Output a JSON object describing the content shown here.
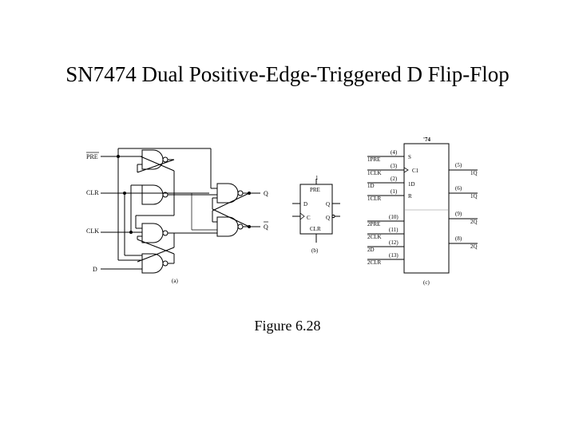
{
  "slide": {
    "title": "SN7474 Dual Positive-Edge-Triggered D Flip-Flop",
    "caption": "Figure 6.28"
  },
  "diagram_a": {
    "inputs": {
      "pre": "PRE",
      "clr": "CLR",
      "clk": "CLK",
      "d": "D"
    },
    "outputs": {
      "q": "Q",
      "q_bar": "Q"
    },
    "sub_label": "(a)"
  },
  "diagram_b": {
    "index": "1",
    "pre": "PRE",
    "clr": "CLR",
    "d": "D",
    "clk": "C",
    "q": "Q",
    "q_bar": "Q",
    "sub_label": "(b)"
  },
  "diagram_c": {
    "device": "'74",
    "left_pins": [
      {
        "pin": "(4)",
        "signal": "1PRE"
      },
      {
        "pin": "(3)",
        "signal": "1CLK"
      },
      {
        "pin": "(2)",
        "signal": "1D"
      },
      {
        "pin": "(1)",
        "signal": "1CLR"
      },
      {
        "pin": "(10)",
        "signal": "2PRE"
      },
      {
        "pin": "(11)",
        "signal": "2CLK"
      },
      {
        "pin": "(12)",
        "signal": "2D"
      },
      {
        "pin": "(13)",
        "signal": "2CLR"
      }
    ],
    "inner_labels": [
      "S",
      "C1",
      "1D",
      "R"
    ],
    "right_pins": [
      {
        "pin": "(5)",
        "signal": "1Q"
      },
      {
        "pin": "(6)",
        "signal": "1Q"
      },
      {
        "pin": "(9)",
        "signal": "2Q"
      },
      {
        "pin": "(8)",
        "signal": "2Q"
      }
    ],
    "sub_label": "(c)"
  }
}
